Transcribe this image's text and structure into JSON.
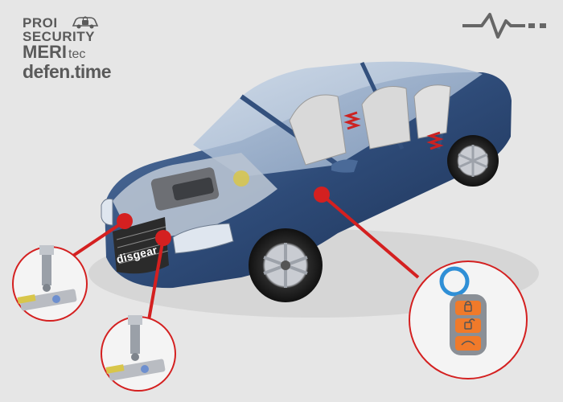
{
  "logo": {
    "line1": "PROI",
    "line2": "SECURITY",
    "line3_main": "MERI",
    "line3_sub": "tec",
    "line4": "defen.time"
  },
  "car": {
    "grill_text": "disgear"
  },
  "icons": {
    "logo_lock": "car-lock-icon",
    "brand_mark": "heartbeat-mark-icon",
    "key_fob": "key-fob-icon",
    "sensor": "sensor-probe-icon"
  },
  "colors": {
    "callout_red": "#d42020",
    "car_blue": "#2e4b78",
    "fob_orange": "#f07a2a",
    "ring_blue": "#2f8fd6",
    "background": "#e6e6e6"
  }
}
